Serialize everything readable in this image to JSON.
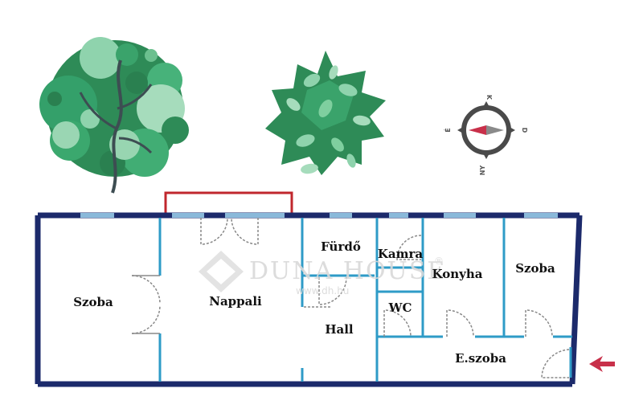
{
  "rooms": {
    "szoba_left": "Szoba",
    "nappali": "Nappali",
    "furdo": "Fürdő",
    "kamra": "Kamra",
    "konyha": "Konyha",
    "szoba_right": "Szoba",
    "wc": "WC",
    "hall": "Hall",
    "eszoba": "E.szoba"
  },
  "compass": {
    "north": "K",
    "east": "D",
    "south": "NY",
    "west": "É"
  },
  "watermark": {
    "brand": "DUNA HOUSE",
    "registered": "®",
    "url": "www.dh.hu"
  },
  "colors": {
    "wall": "#1c2a6b",
    "partition": "#2e9bc7",
    "window": "#8ab9da",
    "balcony": "#c0272d",
    "door": "#888888",
    "entrance_arrow": "#c8304a",
    "tree_dark": "#2e8b57",
    "tree_light": "#7fcf9f"
  },
  "icons": [
    "round-tree-icon",
    "spiky-bush-icon",
    "compass-icon",
    "entrance-arrow-icon",
    "duna-house-logo"
  ]
}
